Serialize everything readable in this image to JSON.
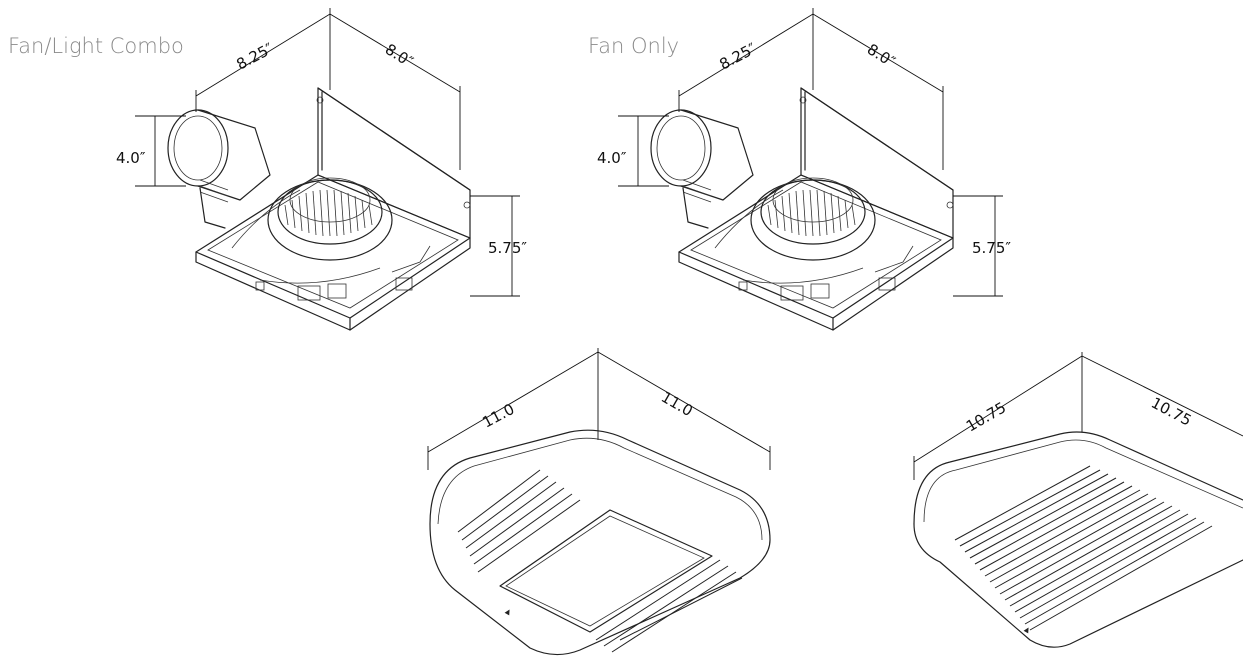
{
  "titles": {
    "fan_light": "Fan/Light Combo",
    "fan_only": "Fan Only"
  },
  "housing_dims": {
    "depth": "8.25″",
    "width": "8.0″",
    "duct": "4.0″",
    "height": "5.75″"
  },
  "grille_dims": {
    "light_a": "11.0",
    "light_b": "11.0",
    "fan_a": "10.75",
    "fan_b": "10.75"
  }
}
